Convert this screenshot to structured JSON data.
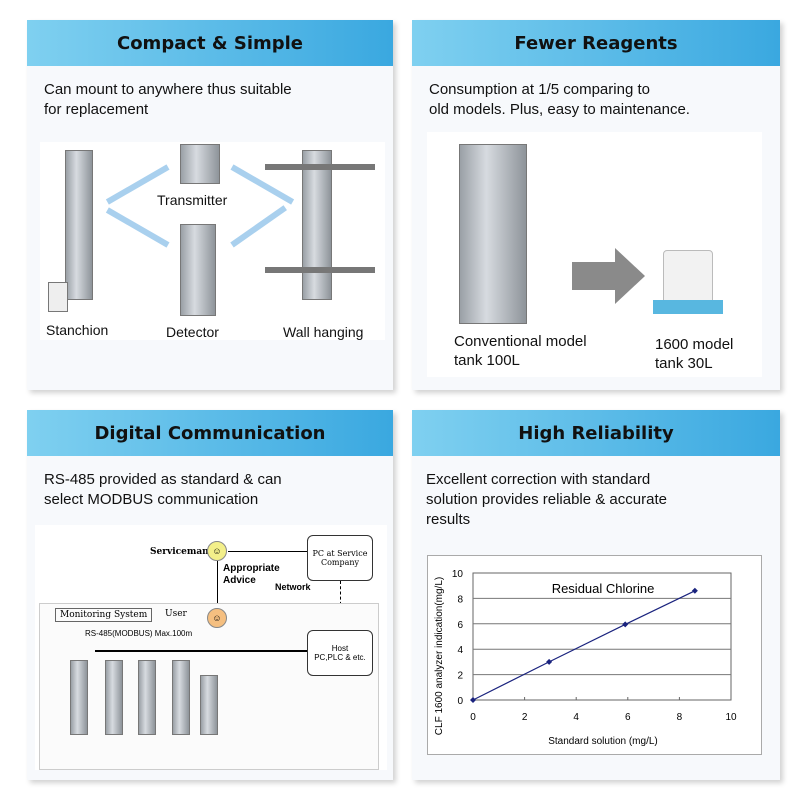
{
  "cards": [
    {
      "title": "Compact & Simple",
      "desc": [
        "Can mount to anywhere thus suitable",
        "for replacement"
      ],
      "labels": {
        "transmitter": "Transmitter",
        "stanchion": "Stanchion",
        "detector": "Detector",
        "wall": "Wall hanging"
      }
    },
    {
      "title": "Fewer Reagents",
      "desc": [
        "Consumption at 1/5 comparing to",
        "old models. Plus, easy to maintenance."
      ],
      "labels": {
        "conv1": "Conventional model",
        "conv2": "tank 100L",
        "new1": "1600 model",
        "new2": "tank 30L"
      }
    },
    {
      "title": "Digital Communication",
      "desc": [
        "RS-485 provided as standard & can",
        "select MODBUS communication"
      ],
      "labels": {
        "serviceman": "Serviceman",
        "advice1": "Appropriate",
        "advice2": "Advice",
        "pc1": "PC at Service",
        "pc2": "Company",
        "network": "Network",
        "monitoring": "Monitoring System",
        "user": "User",
        "rs485": "RS-485(MODBUS)  Max.100m",
        "host1": "Host",
        "host2": "PC,PLC & etc."
      }
    },
    {
      "title": "High Reliability",
      "desc": [
        "Excellent correction with standard",
        "solution provides reliable & accurate",
        "results"
      ]
    }
  ],
  "chart_data": {
    "type": "line",
    "title": "Residual Chlorine",
    "xlabel": "Standard solution (mg/L)",
    "ylabel": "CLF 1600 analyzer indication(mg/L)",
    "xlim": [
      0,
      10
    ],
    "ylim": [
      0,
      10
    ],
    "xticks": [
      "0",
      "2",
      "4",
      "6",
      "8",
      "10"
    ],
    "yticks": [
      "0",
      "2",
      "4",
      "6",
      "8",
      "10"
    ],
    "grid": true,
    "series": [
      {
        "name": "Residual Chlorine",
        "x": [
          0,
          2.95,
          5.9,
          8.6
        ],
        "y": [
          0,
          3,
          5.95,
          8.6
        ],
        "color": "#1a237e"
      }
    ]
  }
}
